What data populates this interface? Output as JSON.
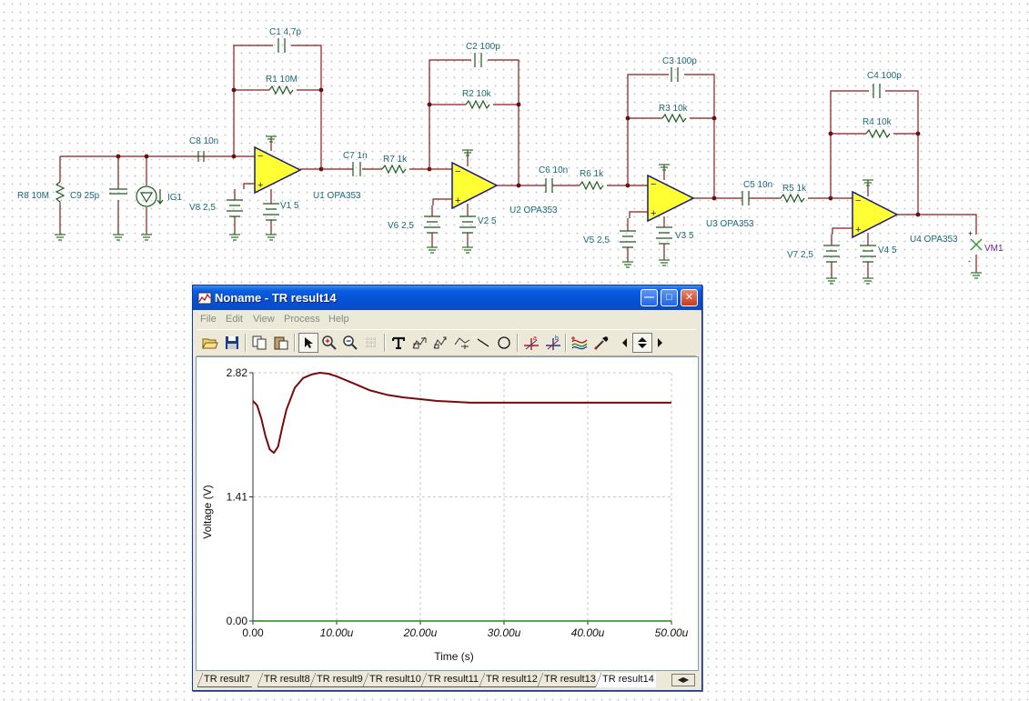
{
  "schematic": {
    "labels": {
      "C1": "C1 4,7p",
      "R1": "R1 10M",
      "C2": "C2 100p",
      "R2": "R2 10k",
      "C3": "C3 100p",
      "R3": "R3 10k",
      "C4": "C4 100p",
      "R4": "R4 10k",
      "C8": "C8 10n",
      "C7": "C7 1n",
      "R7": "R7 1k",
      "C6": "C6 10n",
      "R6": "R6 1k",
      "C5": "C5 10n",
      "R5": "R5 1k",
      "R8": "R8 10M",
      "C9": "C9 25p",
      "IG1": "IG1",
      "U1": "U1 OPA353",
      "U2": "U2 OPA353",
      "U3": "U3 OPA353",
      "U4": "U4 OPA353",
      "V8": "V8 2,5",
      "V1": "V1 5",
      "V6": "V6 2,5",
      "V2": "V2 5",
      "V5": "V5 2,5",
      "V3": "V3 5",
      "V7": "V7 2,5",
      "V4": "V4 5",
      "VM1": "VM1"
    },
    "colors": {
      "wire": "#8a1a1a",
      "opamp_fill": "#ffff33",
      "opamp_stroke": "#1a1a7a",
      "ground": "#2b7a2b"
    }
  },
  "window": {
    "title": "Noname - TR result14",
    "menu": [
      "File",
      "Edit",
      "View",
      "Process",
      "Help"
    ],
    "buttons": {
      "minimize": "—",
      "maximize": "□",
      "close": "✕"
    },
    "toolbar_icons": [
      "open-folder-icon",
      "save-icon",
      "copy-icon",
      "paste-icon",
      "pointer-icon",
      "zoom-in-icon",
      "zoom-out-icon",
      "grid-icon",
      "text-icon",
      "cursor-tool-1-icon",
      "cursor-tool-2-icon",
      "fit-icon",
      "line-icon",
      "ellipse-icon",
      "cursor-a-icon",
      "cursor-b-icon",
      "curve-icon",
      "eyedropper-icon",
      "nav-left-icon",
      "nav-updown-icon",
      "nav-right-icon"
    ],
    "tabs": [
      "TR result7",
      "TR result8",
      "TR result9",
      "TR result10",
      "TR result11",
      "TR result12",
      "TR result13",
      "TR result14"
    ],
    "active_tab": "TR result14"
  },
  "chart_data": {
    "type": "line",
    "title": "",
    "xlabel": "Time (s)",
    "ylabel": "Voltage (V)",
    "xlim": [
      0,
      50
    ],
    "ylim": [
      0,
      2.82
    ],
    "x_ticks": [
      "0.00",
      "10.00u",
      "20.00u",
      "30.00u",
      "40.00u",
      "50.00u"
    ],
    "y_ticks": [
      "0.00",
      "1.41",
      "2.82"
    ],
    "grid": true,
    "series": [
      {
        "color": "#7a0a0a",
        "x": [
          0,
          0.5,
          1,
          1.5,
          2,
          2.5,
          3,
          3.5,
          4,
          5,
          6,
          7,
          8,
          9,
          10,
          12,
          14,
          16,
          18,
          20,
          22,
          24,
          26,
          30,
          35,
          40,
          45,
          50
        ],
        "y": [
          2.5,
          2.45,
          2.3,
          2.1,
          1.95,
          1.91,
          1.98,
          2.2,
          2.4,
          2.65,
          2.76,
          2.8,
          2.82,
          2.81,
          2.78,
          2.7,
          2.62,
          2.57,
          2.54,
          2.52,
          2.5,
          2.49,
          2.48,
          2.48,
          2.48,
          2.48,
          2.48,
          2.48
        ]
      },
      {
        "color": "#1a8a1a",
        "x": [
          0,
          50
        ],
        "y": [
          0,
          0
        ]
      }
    ]
  }
}
